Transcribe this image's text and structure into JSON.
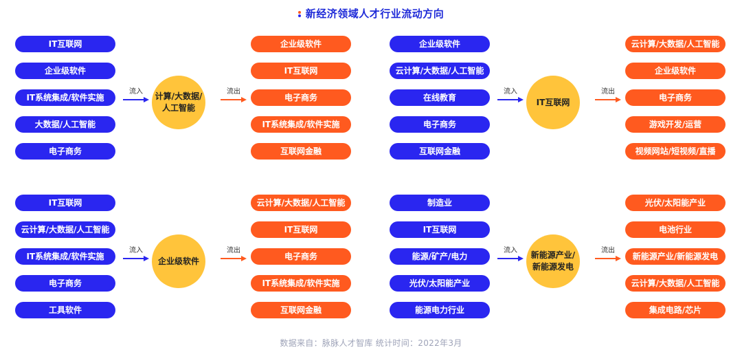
{
  "title": "新经济领域人才行业流动方向",
  "footer": "数据来自：脉脉人才智库   统计时间：2022年3月",
  "colors": {
    "inflow": "#2a26f0",
    "outflow": "#ff5a1f",
    "center": "#ffc43b",
    "title": "#1f2bd8"
  },
  "flow_labels": {
    "in": "流入",
    "out": "流出"
  },
  "groups": [
    {
      "center": "计算/大数据/人工智能",
      "inflow": [
        "IT互联网",
        "企业级软件",
        "IT系统集成/软件实施",
        "大数据/人工智能",
        "电子商务"
      ],
      "outflow": [
        "企业级软件",
        "IT互联网",
        "电子商务",
        "IT系统集成/软件实施",
        "互联网金融"
      ]
    },
    {
      "center": "IT互联网",
      "inflow": [
        "企业级软件",
        "云计算/大数据/人工智能",
        "在线教育",
        "电子商务",
        "互联网金融"
      ],
      "outflow": [
        "云计算/大数据/人工智能",
        "企业级软件",
        "电子商务",
        "游戏开发/运营",
        "视频网站/短视频/直播"
      ]
    },
    {
      "center": "企业级软件",
      "inflow": [
        "IT互联网",
        "云计算/大数据/人工智能",
        "IT系统集成/软件实施",
        "电子商务",
        "工具软件"
      ],
      "outflow": [
        "云计算/大数据/人工智能",
        "IT互联网",
        "电子商务",
        "IT系统集成/软件实施",
        "互联网金融"
      ]
    },
    {
      "center": "新能源产业/新能源发电",
      "inflow": [
        "制造业",
        "IT互联网",
        "能源/矿产/电力",
        "光伏/太阳能产业",
        "能源电力行业"
      ],
      "outflow": [
        "光伏/太阳能产业",
        "电池行业",
        "新能源产业/新能源发电",
        "云计算/大数据/人工智能",
        "集成电路/芯片"
      ]
    }
  ]
}
